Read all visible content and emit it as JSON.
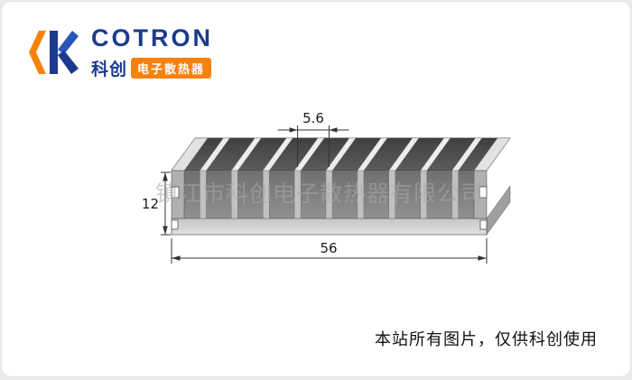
{
  "page": {
    "background_color": "#ebebeb",
    "card_color": "#ffffff"
  },
  "brand": {
    "company_en": "COTRON",
    "company_cn": "科创",
    "company_cn_suffix": "电子散热器",
    "colors": {
      "blue": "#1b3a8e",
      "blue_light": "#2b55b7",
      "orange": "#f6820c"
    }
  },
  "watermark": {
    "text": "镇江市科创电子散热器有限公司"
  },
  "drawing": {
    "subject": "extruded-aluminum-heatsink-profile",
    "dimensions": {
      "fin_pitch": "5.6",
      "height": "12",
      "width": "56"
    }
  },
  "footer": {
    "notice": "本站所有图片，仅供科创使用"
  }
}
